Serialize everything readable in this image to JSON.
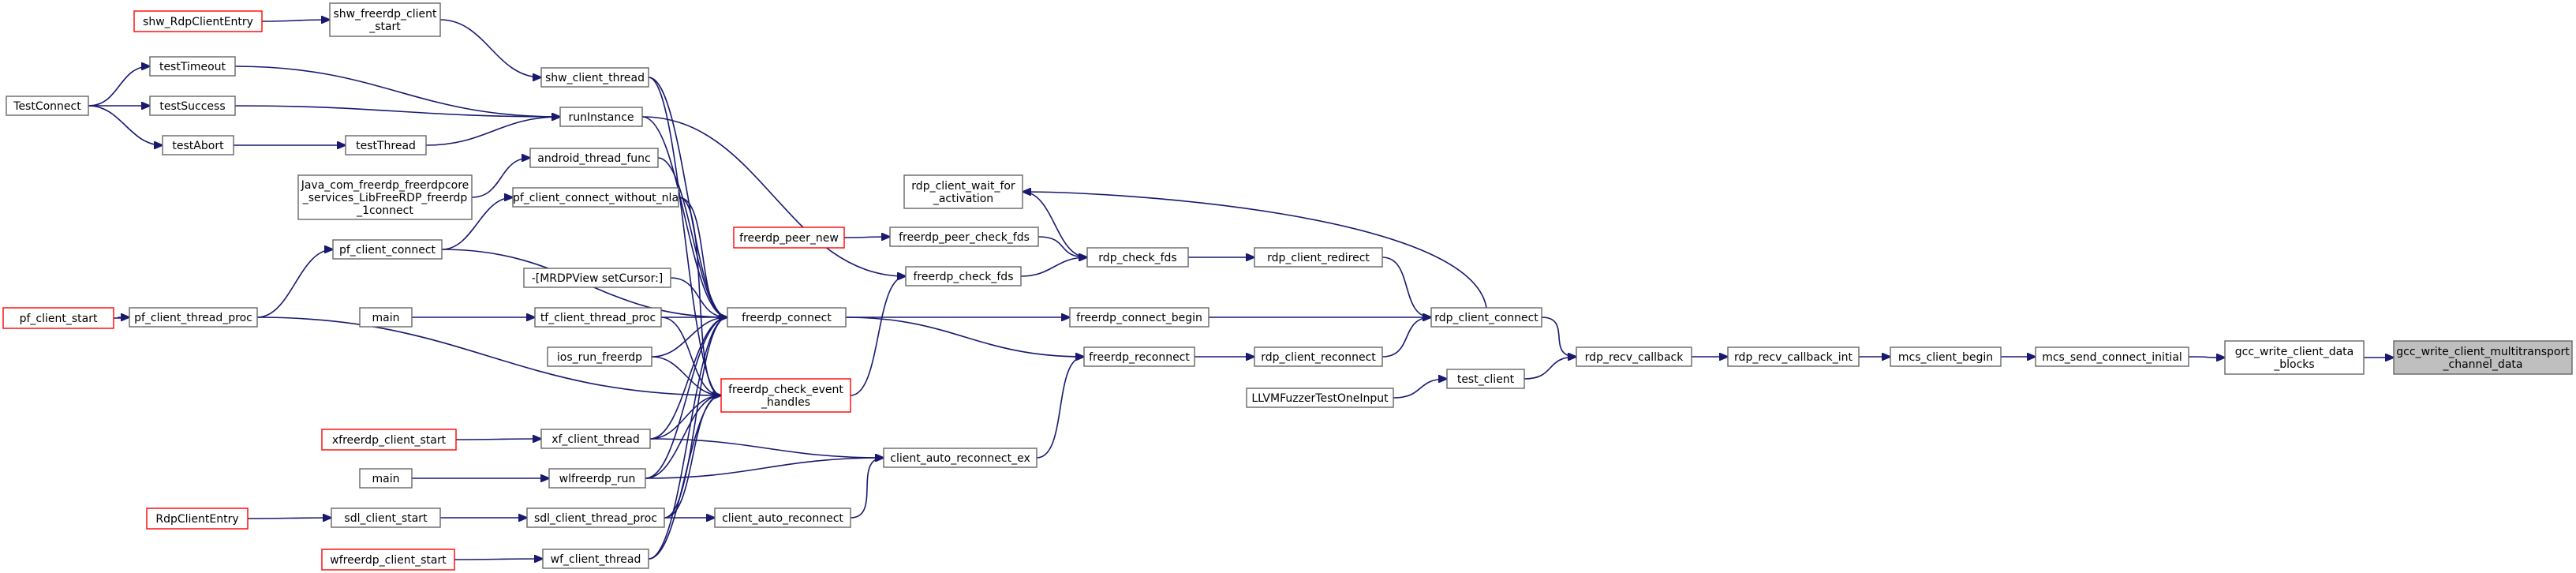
{
  "colors": {
    "edge": "#191970",
    "node_border": "#666666",
    "node_fill": "#ffffff",
    "truncated_border": "#ff0000",
    "focus_fill": "#bfbfbf",
    "text": "#000000"
  },
  "nodes": [
    {
      "id": "shw_rdp",
      "lines": [
        "shw_RdpClientEntry"
      ],
      "style": "truncated"
    },
    {
      "id": "shw_freerdp",
      "lines": [
        "shw_freerdp_client",
        "_start"
      ],
      "style": "normal"
    },
    {
      "id": "shw_thread",
      "lines": [
        "shw_client_thread"
      ],
      "style": "normal"
    },
    {
      "id": "testTimeout",
      "lines": [
        "testTimeout"
      ],
      "style": "normal"
    },
    {
      "id": "TestConnect",
      "lines": [
        "TestConnect"
      ],
      "style": "normal"
    },
    {
      "id": "testSuccess",
      "lines": [
        "testSuccess"
      ],
      "style": "normal"
    },
    {
      "id": "runInstance",
      "lines": [
        "runInstance"
      ],
      "style": "normal"
    },
    {
      "id": "testAbort",
      "lines": [
        "testAbort"
      ],
      "style": "normal"
    },
    {
      "id": "testThread",
      "lines": [
        "testThread"
      ],
      "style": "normal"
    },
    {
      "id": "android",
      "lines": [
        "android_thread_func"
      ],
      "style": "normal"
    },
    {
      "id": "java",
      "lines": [
        "Java_com_freerdp_freerdpcore",
        "_services_LibFreeRDP_freerdp",
        "_1connect"
      ],
      "style": "normal"
    },
    {
      "id": "pf_nla",
      "lines": [
        "pf_client_connect_without_nla"
      ],
      "style": "normal"
    },
    {
      "id": "pf_connect",
      "lines": [
        "pf_client_connect"
      ],
      "style": "normal"
    },
    {
      "id": "pf_start",
      "lines": [
        "pf_client_start"
      ],
      "style": "truncated"
    },
    {
      "id": "pf_thread",
      "lines": [
        "pf_client_thread_proc"
      ],
      "style": "normal"
    },
    {
      "id": "mrdp",
      "lines": [
        "-[MRDPView setCursor:]"
      ],
      "style": "normal"
    },
    {
      "id": "main1",
      "lines": [
        "main"
      ],
      "style": "normal"
    },
    {
      "id": "tf_thread",
      "lines": [
        "tf_client_thread_proc"
      ],
      "style": "normal"
    },
    {
      "id": "ios",
      "lines": [
        "ios_run_freerdp"
      ],
      "style": "normal"
    },
    {
      "id": "freerdp_connect",
      "lines": [
        "freerdp_connect"
      ],
      "style": "normal"
    },
    {
      "id": "check_event",
      "lines": [
        "freerdp_check_event",
        "_handles"
      ],
      "style": "truncated"
    },
    {
      "id": "xf_start",
      "lines": [
        "xfreerdp_client_start"
      ],
      "style": "truncated"
    },
    {
      "id": "xf_thread",
      "lines": [
        "xf_client_thread"
      ],
      "style": "normal"
    },
    {
      "id": "main2",
      "lines": [
        "main"
      ],
      "style": "normal"
    },
    {
      "id": "wlf",
      "lines": [
        "wlfreerdp_run"
      ],
      "style": "normal"
    },
    {
      "id": "rdpentry",
      "lines": [
        "RdpClientEntry"
      ],
      "style": "truncated"
    },
    {
      "id": "sdl_start",
      "lines": [
        "sdl_client_start"
      ],
      "style": "normal"
    },
    {
      "id": "sdl_thread",
      "lines": [
        "sdl_client_thread_proc"
      ],
      "style": "normal"
    },
    {
      "id": "wf_start",
      "lines": [
        "wfreerdp_client_start"
      ],
      "style": "truncated"
    },
    {
      "id": "wf_thread",
      "lines": [
        "wf_client_thread"
      ],
      "style": "normal"
    },
    {
      "id": "car",
      "lines": [
        "client_auto_reconnect"
      ],
      "style": "normal"
    },
    {
      "id": "car_ex",
      "lines": [
        "client_auto_reconnect_ex"
      ],
      "style": "normal"
    },
    {
      "id": "peer_new",
      "lines": [
        "freerdp_peer_new"
      ],
      "style": "truncated"
    },
    {
      "id": "peer_check",
      "lines": [
        "freerdp_peer_check_fds"
      ],
      "style": "normal"
    },
    {
      "id": "wait_act",
      "lines": [
        "rdp_client_wait_for",
        "_activation"
      ],
      "style": "normal"
    },
    {
      "id": "freerdp_check_fds",
      "lines": [
        "freerdp_check_fds"
      ],
      "style": "normal"
    },
    {
      "id": "rdp_check_fds",
      "lines": [
        "rdp_check_fds"
      ],
      "style": "normal"
    },
    {
      "id": "connect_begin",
      "lines": [
        "freerdp_connect_begin"
      ],
      "style": "normal"
    },
    {
      "id": "freerdp_reconnect",
      "lines": [
        "freerdp_reconnect"
      ],
      "style": "normal"
    },
    {
      "id": "redirect",
      "lines": [
        "rdp_client_redirect"
      ],
      "style": "normal"
    },
    {
      "id": "rdp_reconnect",
      "lines": [
        "rdp_client_reconnect"
      ],
      "style": "normal"
    },
    {
      "id": "rdp_connect",
      "lines": [
        "rdp_client_connect"
      ],
      "style": "normal"
    },
    {
      "id": "fuzzer",
      "lines": [
        "LLVMFuzzerTestOneInput"
      ],
      "style": "normal"
    },
    {
      "id": "test_client",
      "lines": [
        "test_client"
      ],
      "style": "normal"
    },
    {
      "id": "recv_cb",
      "lines": [
        "rdp_recv_callback"
      ],
      "style": "normal"
    },
    {
      "id": "recv_cb_int",
      "lines": [
        "rdp_recv_callback_int"
      ],
      "style": "normal"
    },
    {
      "id": "mcs_begin",
      "lines": [
        "mcs_client_begin"
      ],
      "style": "normal"
    },
    {
      "id": "mcs_send",
      "lines": [
        "mcs_send_connect_initial"
      ],
      "style": "normal"
    },
    {
      "id": "gcc_blocks",
      "lines": [
        "gcc_write_client_data",
        "_blocks"
      ],
      "style": "normal"
    },
    {
      "id": "gcc_multi",
      "lines": [
        "gcc_write_client_multitransport",
        "_channel_data"
      ],
      "style": "focus"
    }
  ],
  "edges": [
    [
      "gcc_blocks",
      "gcc_multi"
    ],
    [
      "mcs_send",
      "gcc_blocks"
    ],
    [
      "mcs_begin",
      "mcs_send"
    ],
    [
      "recv_cb_int",
      "mcs_begin"
    ],
    [
      "recv_cb",
      "recv_cb_int"
    ],
    [
      "rdp_connect",
      "recv_cb"
    ],
    [
      "test_client",
      "recv_cb"
    ],
    [
      "fuzzer",
      "test_client"
    ],
    [
      "redirect",
      "rdp_connect"
    ],
    [
      "connect_begin",
      "rdp_connect"
    ],
    [
      "rdp_reconnect",
      "rdp_connect"
    ],
    [
      "rdp_check_fds",
      "redirect"
    ],
    [
      "rdp_connect",
      "wait_act"
    ],
    [
      "freerdp_reconnect",
      "rdp_reconnect"
    ],
    [
      "peer_check",
      "rdp_check_fds"
    ],
    [
      "freerdp_check_fds",
      "rdp_check_fds"
    ],
    [
      "wait_act",
      "rdp_check_fds"
    ],
    [
      "peer_new",
      "peer_check"
    ],
    [
      "check_event",
      "freerdp_check_fds"
    ],
    [
      "freerdp_connect",
      "connect_begin"
    ],
    [
      "freerdp_connect",
      "freerdp_reconnect"
    ],
    [
      "car_ex",
      "freerdp_reconnect"
    ],
    [
      "car",
      "car_ex"
    ],
    [
      "xf_thread",
      "car_ex"
    ],
    [
      "wlf",
      "car_ex"
    ],
    [
      "sdl_thread",
      "car"
    ],
    [
      "runInstance",
      "freerdp_check_fds"
    ],
    [
      "shw_thread",
      "freerdp_connect"
    ],
    [
      "runInstance",
      "freerdp_connect"
    ],
    [
      "android",
      "freerdp_connect"
    ],
    [
      "pf_nla",
      "freerdp_connect"
    ],
    [
      "mrdp",
      "freerdp_connect"
    ],
    [
      "tf_thread",
      "freerdp_connect"
    ],
    [
      "ios",
      "freerdp_connect"
    ],
    [
      "xf_thread",
      "freerdp_connect"
    ],
    [
      "wlf",
      "freerdp_connect"
    ],
    [
      "sdl_thread",
      "freerdp_connect"
    ],
    [
      "wf_thread",
      "freerdp_connect"
    ],
    [
      "shw_thread",
      "check_event"
    ],
    [
      "pf_nla",
      "check_event"
    ],
    [
      "tf_thread",
      "check_event"
    ],
    [
      "ios",
      "check_event"
    ],
    [
      "xf_thread",
      "check_event"
    ],
    [
      "wlf",
      "check_event"
    ],
    [
      "sdl_thread",
      "check_event"
    ],
    [
      "wf_thread",
      "check_event"
    ],
    [
      "pf_thread",
      "check_event"
    ],
    [
      "shw_freerdp",
      "shw_thread"
    ],
    [
      "shw_rdp",
      "shw_freerdp"
    ],
    [
      "TestConnect",
      "testTimeout"
    ],
    [
      "TestConnect",
      "testSuccess"
    ],
    [
      "TestConnect",
      "testAbort"
    ],
    [
      "testTimeout",
      "runInstance"
    ],
    [
      "testSuccess",
      "runInstance"
    ],
    [
      "testThread",
      "runInstance"
    ],
    [
      "testAbort",
      "testThread"
    ],
    [
      "java",
      "android"
    ],
    [
      "pf_connect",
      "pf_nla"
    ],
    [
      "pf_connect",
      "freerdp_connect"
    ],
    [
      "pf_thread",
      "pf_connect"
    ],
    [
      "pf_start",
      "pf_thread"
    ],
    [
      "main1",
      "tf_thread"
    ],
    [
      "xf_start",
      "xf_thread"
    ],
    [
      "main2",
      "wlf"
    ],
    [
      "rdpentry",
      "sdl_start"
    ],
    [
      "sdl_start",
      "sdl_thread"
    ],
    [
      "wf_start",
      "wf_thread"
    ]
  ]
}
